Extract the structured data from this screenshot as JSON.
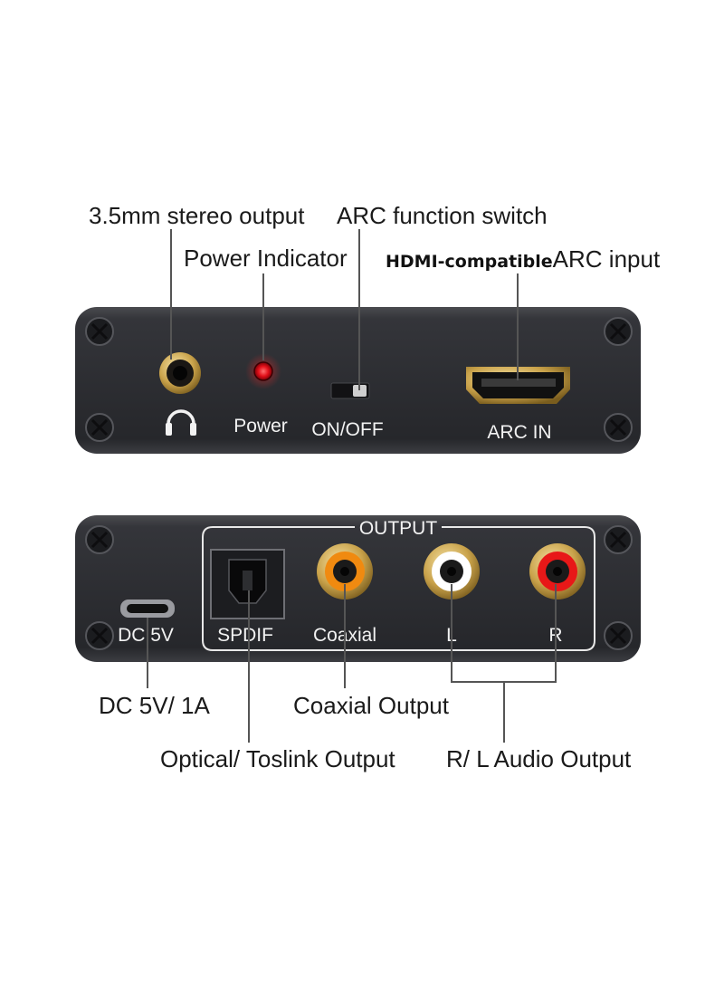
{
  "top_panel": {
    "callouts": {
      "stereo_output": "3.5mm stereo output",
      "power_indicator": "Power Indicator",
      "arc_switch": "ARC function switch",
      "hdmi_prefix": "HDMI-compatible",
      "hdmi_suffix": "ARC input"
    },
    "labels": {
      "power": "Power",
      "switch": "ON/OFF",
      "arc_in": "ARC IN"
    }
  },
  "bottom_panel": {
    "group_title": "OUTPUT",
    "labels": {
      "dc": "DC 5V",
      "spdif": "SPDIF",
      "coaxial": "Coaxial",
      "left": "L",
      "right": "R"
    },
    "callouts": {
      "dc_power": "DC 5V/ 1A",
      "coaxial_output": "Coaxial Output",
      "optical_output": "Optical/ Toslink Output",
      "rl_output": "R/ L Audio Output"
    }
  },
  "colors": {
    "panel": "#2c2d30",
    "gold": "#c9a24a",
    "power_led": "#e3101a",
    "coax_ring": "#f08a10",
    "rca_left": "#ffffff",
    "rca_right": "#e81818"
  }
}
